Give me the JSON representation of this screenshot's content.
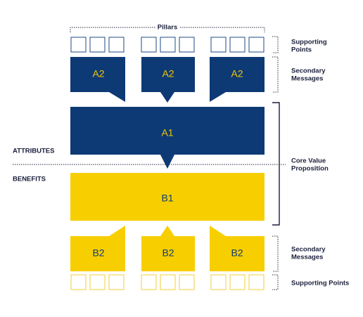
{
  "colors": {
    "navy": "#0d3a75",
    "yellow": "#f7ce00",
    "outline_navy": "#1f4a85",
    "outline_yellow": "#f2cf3a",
    "dotted": "#2a2a40"
  },
  "labels": {
    "pillars": "Pillars",
    "supporting_points_top_1": "Supporting",
    "supporting_points_top_2": "Points",
    "secondary_top_1": "Secondary",
    "secondary_top_2": "Messages",
    "attributes": "ATTRIBUTES",
    "benefits": "BENEFITS",
    "core_1": "Core Value",
    "core_2": "Proposition",
    "secondary_bottom_1": "Secondary",
    "secondary_bottom_2": "Messages",
    "supporting_points_bottom": "Supporting Points"
  },
  "boxes": {
    "a2": [
      "A2",
      "A2",
      "A2"
    ],
    "a1": "A1",
    "b1": "B1",
    "b2": [
      "B2",
      "B2",
      "B2"
    ]
  }
}
